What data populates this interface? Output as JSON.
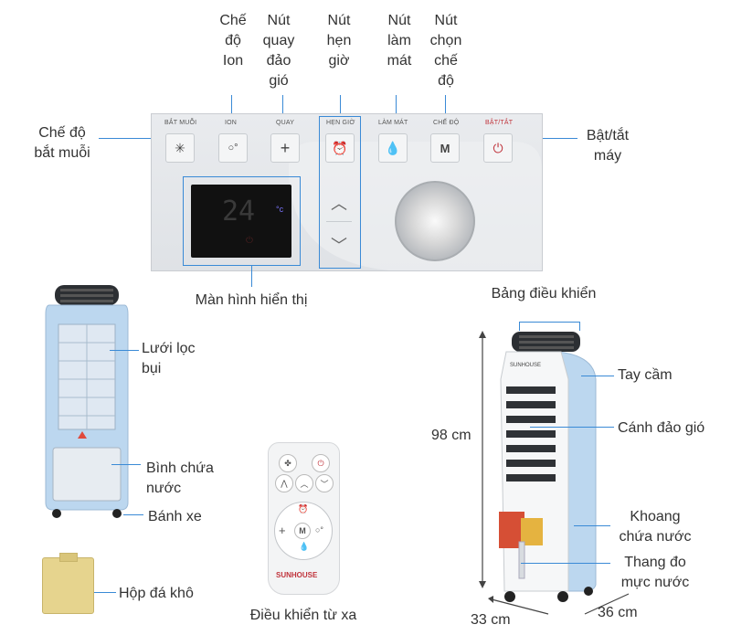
{
  "panel_labels": {
    "che_do_ion": [
      "Chế",
      "độ",
      "Ion"
    ],
    "nut_quay_dao_gio": [
      "Nút",
      "quay",
      "đảo",
      "gió"
    ],
    "nut_hen_gio": [
      "Nút",
      "hẹn",
      "giờ"
    ],
    "nut_lam_mat": [
      "Nút",
      "làm",
      "mát"
    ],
    "nut_chon_che_do": [
      "Nút",
      "chọn",
      "chế",
      "độ"
    ],
    "che_do_bat_muoi": [
      "Chế độ",
      "bắt muỗi"
    ],
    "bat_tat_may": [
      "Bật/tắt",
      "máy"
    ],
    "man_hinh_hien_thi": "Màn hình hiển thị"
  },
  "panel_buttons": {
    "bat_muoi": "BẮT MUỖI",
    "ion": "ION",
    "quay": "QUAY",
    "hen_gio": "HẸN GIỜ",
    "lam_mat": "LÀM MÁT",
    "che_do": "CHẾ ĐỘ",
    "bat_tat": "BẬT/TẮT",
    "che_do_glyph": "M"
  },
  "display": {
    "temp": "24",
    "unit": "°c"
  },
  "front_labels": {
    "luoi_loc_bui": [
      "Lưới lọc",
      "bụi"
    ],
    "binh_chua_nuoc": [
      "Bình chứa",
      "nước"
    ],
    "banh_xe": "Bánh xe",
    "hop_da_kho": "Hộp đá khô",
    "dieu_khien_tu_xa": "Điều khiển từ xa"
  },
  "remote": {
    "brand": "SUNHOUSE",
    "m_glyph": "M"
  },
  "side_labels": {
    "bang_dieu_khien": "Bảng điều khiển",
    "tay_cam": "Tay cầm",
    "canh_dao_gio": "Cánh đảo gió",
    "khoang_chua_nuoc": [
      "Khoang",
      "chứa nước"
    ],
    "thang_do_muc_nuoc": [
      "Thang đo",
      "mực nước"
    ],
    "height": "98 cm",
    "width": "33 cm",
    "depth": "36 cm"
  },
  "colors": {
    "accent": "#3a8ad6",
    "cooler_blue": "#bcd7ef",
    "power_red": "#c0343c"
  }
}
